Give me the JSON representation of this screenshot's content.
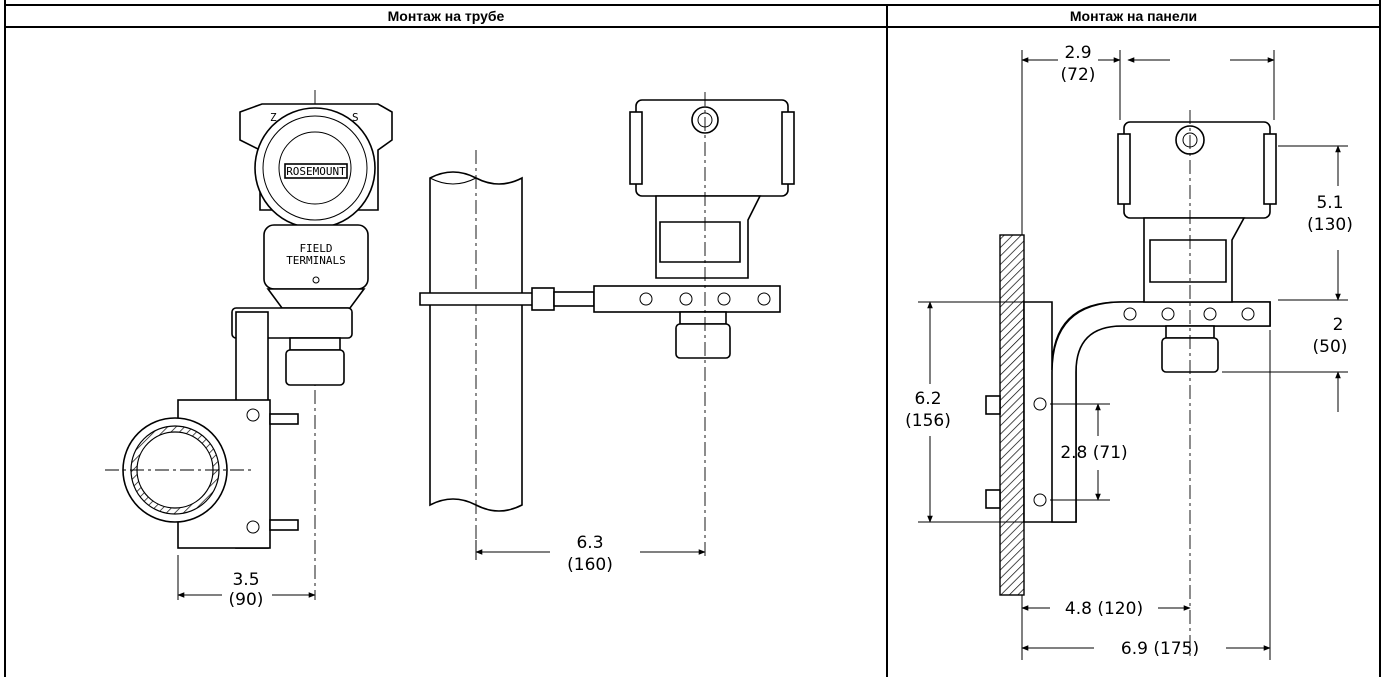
{
  "headers": {
    "pipe": "Монтаж на трубе",
    "panel": "Монтаж на панели"
  },
  "labels": {
    "brand": "ROSEMOUNT",
    "field": "FIELD",
    "terminals": "TERMINALS",
    "z": "Z",
    "s": "S"
  },
  "pipe_dims": {
    "d1_in": "3.5",
    "d1_mm": "(90)",
    "d2_in": "6.3",
    "d2_mm": "(160)"
  },
  "panel_dims": {
    "w_in": "2.9",
    "w_mm": "(72)",
    "h_in": "5.1",
    "h_mm": "(130)",
    "b_in": "2",
    "b_mm": "(50)",
    "bh_in": "6.2",
    "bh_mm": "(156)",
    "hole": "2.8 (71)",
    "off1": "4.8 (120)",
    "off2": "6.9 (175)"
  }
}
